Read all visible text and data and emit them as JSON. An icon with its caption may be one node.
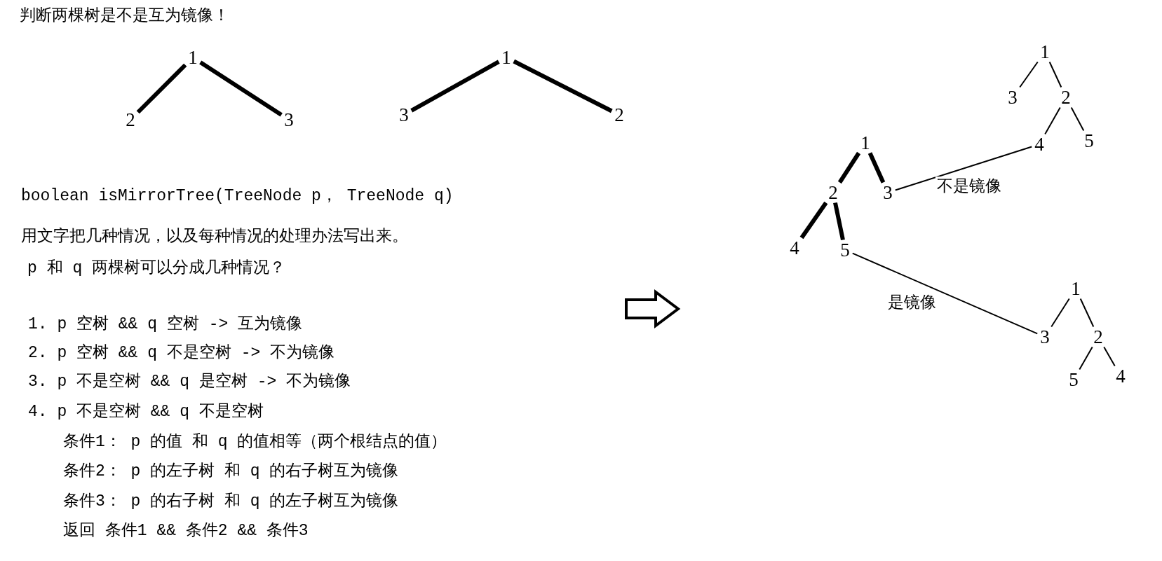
{
  "diagram": {
    "title": "判断两棵树是不是互为镜像！",
    "nodes": [
      {
        "text": [
          "1"
        ]
      },
      {
        "text": [
          "2"
        ]
      },
      {
        "text": [
          "3"
        ]
      },
      {
        "text": [
          "1"
        ]
      },
      {
        "text": [
          "3"
        ]
      },
      {
        "text": [
          "2"
        ]
      },
      {
        "text": [
          "1"
        ]
      },
      {
        "text": [
          "2"
        ]
      },
      {
        "text": [
          "3"
        ]
      },
      {
        "text": [
          "4"
        ]
      },
      {
        "text": [
          "5"
        ]
      },
      {
        "text": [
          "1"
        ]
      },
      {
        "text": [
          "3"
        ]
      },
      {
        "text": [
          "2"
        ]
      },
      {
        "text": [
          "4"
        ]
      },
      {
        "text": [
          "5"
        ]
      },
      {
        "text": [
          "1"
        ]
      },
      {
        "text": [
          "3"
        ]
      },
      {
        "text": [
          "2"
        ]
      },
      {
        "text": [
          "5"
        ]
      },
      {
        "text": [
          "4"
        ]
      }
    ],
    "edges": [
      {
        "from": 0,
        "to": 1,
        "arrow": "none",
        "style": "thick"
      },
      {
        "from": 0,
        "to": 2,
        "arrow": "none",
        "style": "thick"
      },
      {
        "from": 3,
        "to": 4,
        "arrow": "none",
        "style": "thick"
      },
      {
        "from": 3,
        "to": 5,
        "arrow": "none",
        "style": "thick"
      },
      {
        "from": 6,
        "to": 7,
        "arrow": "none",
        "style": "thick"
      },
      {
        "from": 6,
        "to": 8,
        "arrow": "none",
        "style": "thick"
      },
      {
        "from": 7,
        "to": 9,
        "arrow": "none",
        "style": "thick"
      },
      {
        "from": 7,
        "to": 10,
        "arrow": "none",
        "style": "thick"
      },
      {
        "from": 11,
        "to": 12,
        "arrow": "none"
      },
      {
        "from": 11,
        "to": 13,
        "arrow": "none"
      },
      {
        "from": 13,
        "to": 14,
        "arrow": "none"
      },
      {
        "from": 13,
        "to": 15,
        "arrow": "none"
      },
      {
        "from": 16,
        "to": 17,
        "arrow": "none"
      },
      {
        "from": 16,
        "to": 18,
        "arrow": "none"
      },
      {
        "from": 18,
        "to": 19,
        "arrow": "none"
      },
      {
        "from": 18,
        "to": 20,
        "arrow": "none"
      },
      {
        "from": 8,
        "to": 14,
        "arrow": "none",
        "label": "不是镜像"
      },
      {
        "from": 10,
        "to": 17,
        "arrow": "none",
        "label": "是镜像"
      }
    ],
    "labels": [
      "boolean isMirrorTree(TreeNode p， TreeNode q)",
      "用文字把几种情况，以及每种情况的处理办法写出来。",
      "p 和 q 两棵树可以分成几种情况？",
      "1. p 空树 && q 空树 -> 互为镜像",
      "2. p 空树 && q 不是空树 -> 不为镜像",
      "3. p 不是空树 && q 是空树 -> 不为镜像",
      "4. p 不是空树 && q 不是空树",
      "条件1： p 的值 和 q 的值相等（两个根结点的值）",
      "条件2： p 的左子树 和 q 的右子树互为镜像",
      "条件3： p 的右子树 和 q 的左子树互为镜像",
      "返回 条件1 && 条件2 && 条件3"
    ]
  }
}
